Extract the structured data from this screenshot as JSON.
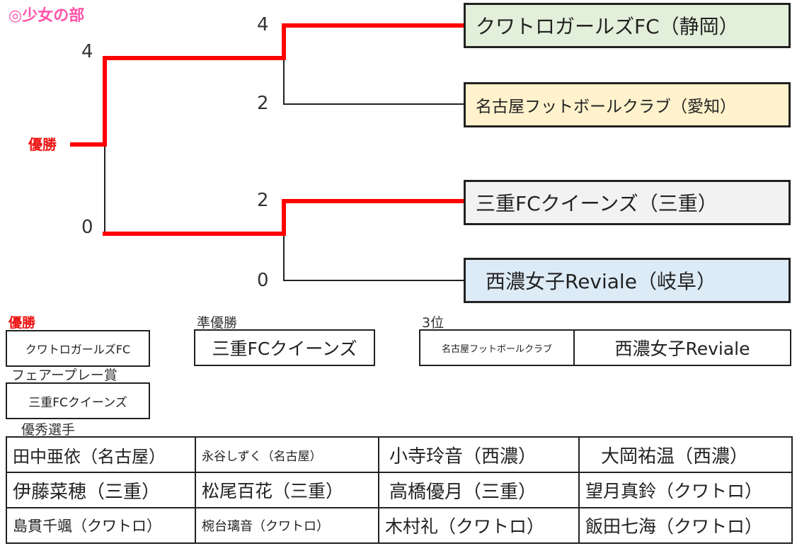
{
  "section_title": "◎少女の部",
  "champion_label": "優勝",
  "bracket": {
    "semifinal_scores": {
      "top_winner": "4",
      "top_loser": "2",
      "bottom_winner": "2",
      "bottom_loser": "0"
    },
    "final_scores": {
      "top": "4",
      "bottom": "0"
    },
    "teams": [
      {
        "name": "クワトロガールズFC（静岡）",
        "color": "#e2efda"
      },
      {
        "name": "名古屋フットボールクラブ（愛知）",
        "color": "#fff2cc"
      },
      {
        "name": "三重FCクイーンズ（三重）",
        "color": "#f2f2f2"
      },
      {
        "name": "西濃女子Reviale（岐阜）",
        "color": "#ddebf7"
      }
    ],
    "winner_line_color": "#ff0000"
  },
  "results": {
    "winner": {
      "label": "優勝",
      "team": "クワトロガールズFC"
    },
    "runner_up": {
      "label": "準優勝",
      "team": "三重FCクイーンズ"
    },
    "third": {
      "label": "3位",
      "teams": [
        "名古屋フットボールクラブ",
        "西濃女子Reviale"
      ]
    },
    "fair_play": {
      "label": "フェアープレー賞",
      "team": "三重FCクイーンズ"
    },
    "outstanding": {
      "label": "優秀選手",
      "rows": [
        [
          "田中亜依（名古屋）",
          "永谷しずく（名古屋）",
          "小寺玲音（西濃）",
          "大岡祐温（西濃）"
        ],
        [
          "伊藤菜穂（三重）",
          "松尾百花（三重）",
          "高橋優月（三重）",
          "望月真鈴（クワトロ）"
        ],
        [
          "島貫千颯（クワトロ）",
          "椀台璃音（クワトロ）",
          "木村礼（クワトロ）",
          "飯田七海（クワトロ）"
        ]
      ]
    }
  }
}
